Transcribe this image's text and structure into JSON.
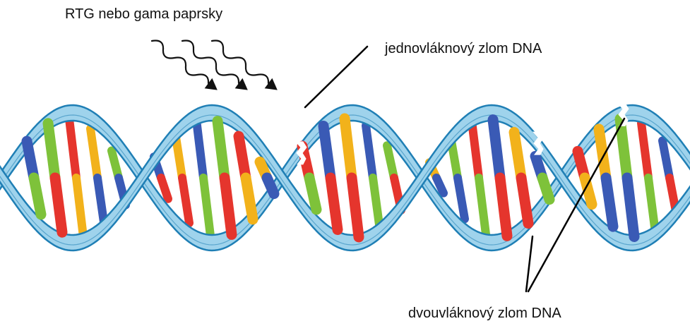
{
  "labels": {
    "radiation": "RTG nebo gama paprsky",
    "single_strand_break": "jednovláknový  zlom DNA",
    "double_strand_break": "dvouvláknový  zlom DNA"
  },
  "colors": {
    "backbone_fill": "#9fd3ec",
    "backbone_edge": "#1f7fb5",
    "base_red": "#e5352d",
    "base_blue": "#3a5ab5",
    "base_green": "#7ec23a",
    "base_yellow": "#f2b21b",
    "pointer_line": "#000000"
  },
  "icons": [
    "wavy-arrow-icon",
    "wavy-arrow-icon",
    "wavy-arrow-icon"
  ]
}
